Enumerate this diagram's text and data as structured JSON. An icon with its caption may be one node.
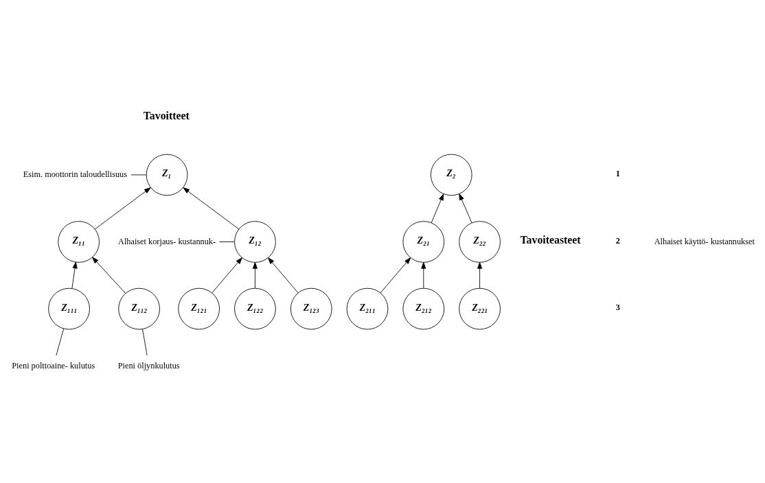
{
  "diagram": {
    "nodes": [
      {
        "text": [
          "Z₁"
        ]
      },
      {
        "text": [
          "Esim. moottorin taloudellisuus"
        ]
      },
      {
        "text": [
          "Z₂"
        ]
      },
      {
        "text": [
          "Z₁₁"
        ]
      },
      {
        "text": [
          "Z₁₂"
        ]
      },
      {
        "text": [
          "Alhaiset korjaus- kustannuk-"
        ]
      },
      {
        "text": [
          "Z₂₁"
        ]
      },
      {
        "text": [
          "Z₂₂"
        ]
      },
      {
        "text": [
          "Z₁₁₁"
        ]
      },
      {
        "text": [
          "Z₁₁₂"
        ]
      },
      {
        "text": [
          "Z₁₂₁"
        ]
      },
      {
        "text": [
          "Z₁₂₂"
        ]
      },
      {
        "text": [
          "Z₁₂₃"
        ]
      },
      {
        "text": [
          "Z₂₁₁"
        ]
      },
      {
        "text": [
          "Z₂₁₂"
        ]
      },
      {
        "text": [
          "Z₂₂₁"
        ]
      },
      {
        "text": [
          "Pieni polttoaine- kulutus"
        ]
      },
      {
        "text": [
          "Pieni öljynkulutus"
        ]
      }
    ],
    "edges": [
      {
        "from": 1,
        "to": 0,
        "arrow": "none"
      },
      {
        "from": 3,
        "to": 0,
        "arrow": "to"
      },
      {
        "from": 4,
        "to": 0,
        "arrow": "to"
      },
      {
        "from": 5,
        "to": 4,
        "arrow": "none"
      },
      {
        "from": 6,
        "to": 2,
        "arrow": "to"
      },
      {
        "from": 7,
        "to": 2,
        "arrow": "to"
      },
      {
        "from": 8,
        "to": 3,
        "arrow": "to"
      },
      {
        "from": 9,
        "to": 3,
        "arrow": "to"
      },
      {
        "from": 10,
        "to": 4,
        "arrow": "to"
      },
      {
        "from": 11,
        "to": 4,
        "arrow": "to"
      },
      {
        "from": 12,
        "to": 4,
        "arrow": "to"
      },
      {
        "from": 13,
        "to": 6,
        "arrow": "to"
      },
      {
        "from": 14,
        "to": 6,
        "arrow": "to"
      },
      {
        "from": 15,
        "to": 7,
        "arrow": "to"
      },
      {
        "from": 16,
        "to": 8,
        "arrow": "none"
      },
      {
        "from": 17,
        "to": 9,
        "arrow": "none"
      }
    ],
    "labels": [
      "Tavoitteet",
      "Tavoiteasteet",
      "1",
      "2",
      "Alhaiset käyttö- kustannukset",
      "3"
    ]
  }
}
